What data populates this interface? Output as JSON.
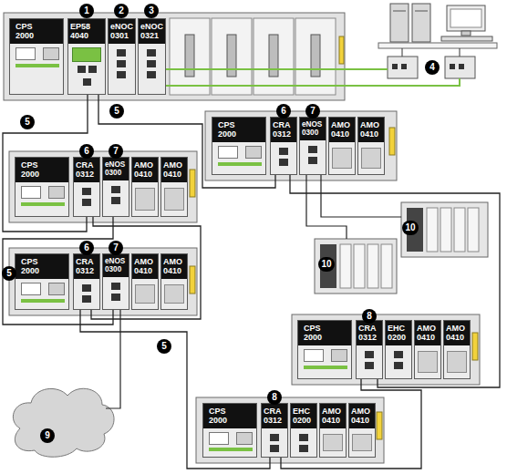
{
  "diagram": {
    "nodes": [
      {
        "text": [
          "CPS 2000"
        ]
      },
      {
        "text": [
          "EP58 4040"
        ]
      },
      {
        "text": [
          "eNOC 0301"
        ]
      },
      {
        "text": [
          "eNOC 0321"
        ]
      },
      {
        "text": [
          "CPS 2000"
        ]
      },
      {
        "text": [
          "CRA 0312"
        ]
      },
      {
        "text": [
          "eNOS 0300"
        ]
      },
      {
        "text": [
          "AMO 0410"
        ]
      },
      {
        "text": [
          "AMO 0410"
        ]
      },
      {
        "text": [
          "CPS 2000"
        ]
      },
      {
        "text": [
          "CRA 0312"
        ]
      },
      {
        "text": [
          "eNOS 0300"
        ]
      },
      {
        "text": [
          "AMO 0410"
        ]
      },
      {
        "text": [
          "AMO 0410"
        ]
      },
      {
        "text": [
          "CPS 2000"
        ]
      },
      {
        "text": [
          "CRA 0312"
        ]
      },
      {
        "text": [
          "eNOS 0300"
        ]
      },
      {
        "text": [
          "AMO 0410"
        ]
      },
      {
        "text": [
          "AMO 0410"
        ]
      },
      {
        "text": [
          "CPS 2000"
        ]
      },
      {
        "text": [
          "CRA 0312"
        ]
      },
      {
        "text": [
          "EHC 0200"
        ]
      },
      {
        "text": [
          "AMO 0410"
        ]
      },
      {
        "text": [
          "AMO 0410"
        ]
      },
      {
        "text": [
          "CPS 2000"
        ]
      },
      {
        "text": [
          "CRA 0312"
        ]
      },
      {
        "text": [
          "EHC 0200"
        ]
      },
      {
        "text": [
          "AMO 0410"
        ]
      },
      {
        "text": [
          "AMO 0410"
        ]
      }
    ],
    "edges": [
      {
        "from": 1,
        "to": 10,
        "arrow": "none"
      },
      {
        "from": 10,
        "to": 15,
        "arrow": "none"
      },
      {
        "from": 15,
        "to": 25,
        "arrow": "none"
      },
      {
        "from": 25,
        "to": 20,
        "arrow": "none"
      },
      {
        "from": 20,
        "to": 5,
        "arrow": "none"
      },
      {
        "from": 5,
        "to": 1,
        "arrow": "none"
      },
      {
        "from": 11,
        "to": 16,
        "arrow": "none"
      }
    ],
    "labels": [
      "1",
      "2",
      "3",
      "4",
      "5",
      "5",
      "6",
      "7",
      "6",
      "7",
      "5",
      "6",
      "7",
      "5",
      "8",
      "8",
      "9",
      "10",
      "10"
    ]
  }
}
